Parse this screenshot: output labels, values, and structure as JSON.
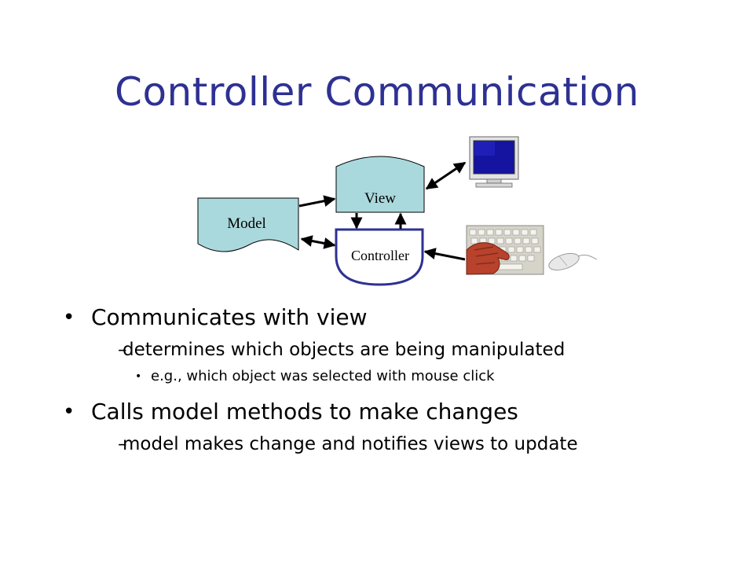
{
  "slide": {
    "title": "Controller Communication"
  },
  "diagram": {
    "model_label": "Model",
    "view_label": "View",
    "controller_label": "Controller",
    "colors": {
      "box_fill": "#aad9dd",
      "controller_stroke": "#2e3192",
      "arrow": "#000000"
    }
  },
  "bullets": [
    {
      "text": "Communicates with view",
      "sub": [
        {
          "text": "determines which objects are being manipulated",
          "sub": [
            "e.g., which object was selected with mouse click"
          ]
        }
      ]
    },
    {
      "text": "Calls model methods to make changes",
      "sub": [
        {
          "text": "model makes change and notifies views to update",
          "sub": []
        }
      ]
    }
  ]
}
